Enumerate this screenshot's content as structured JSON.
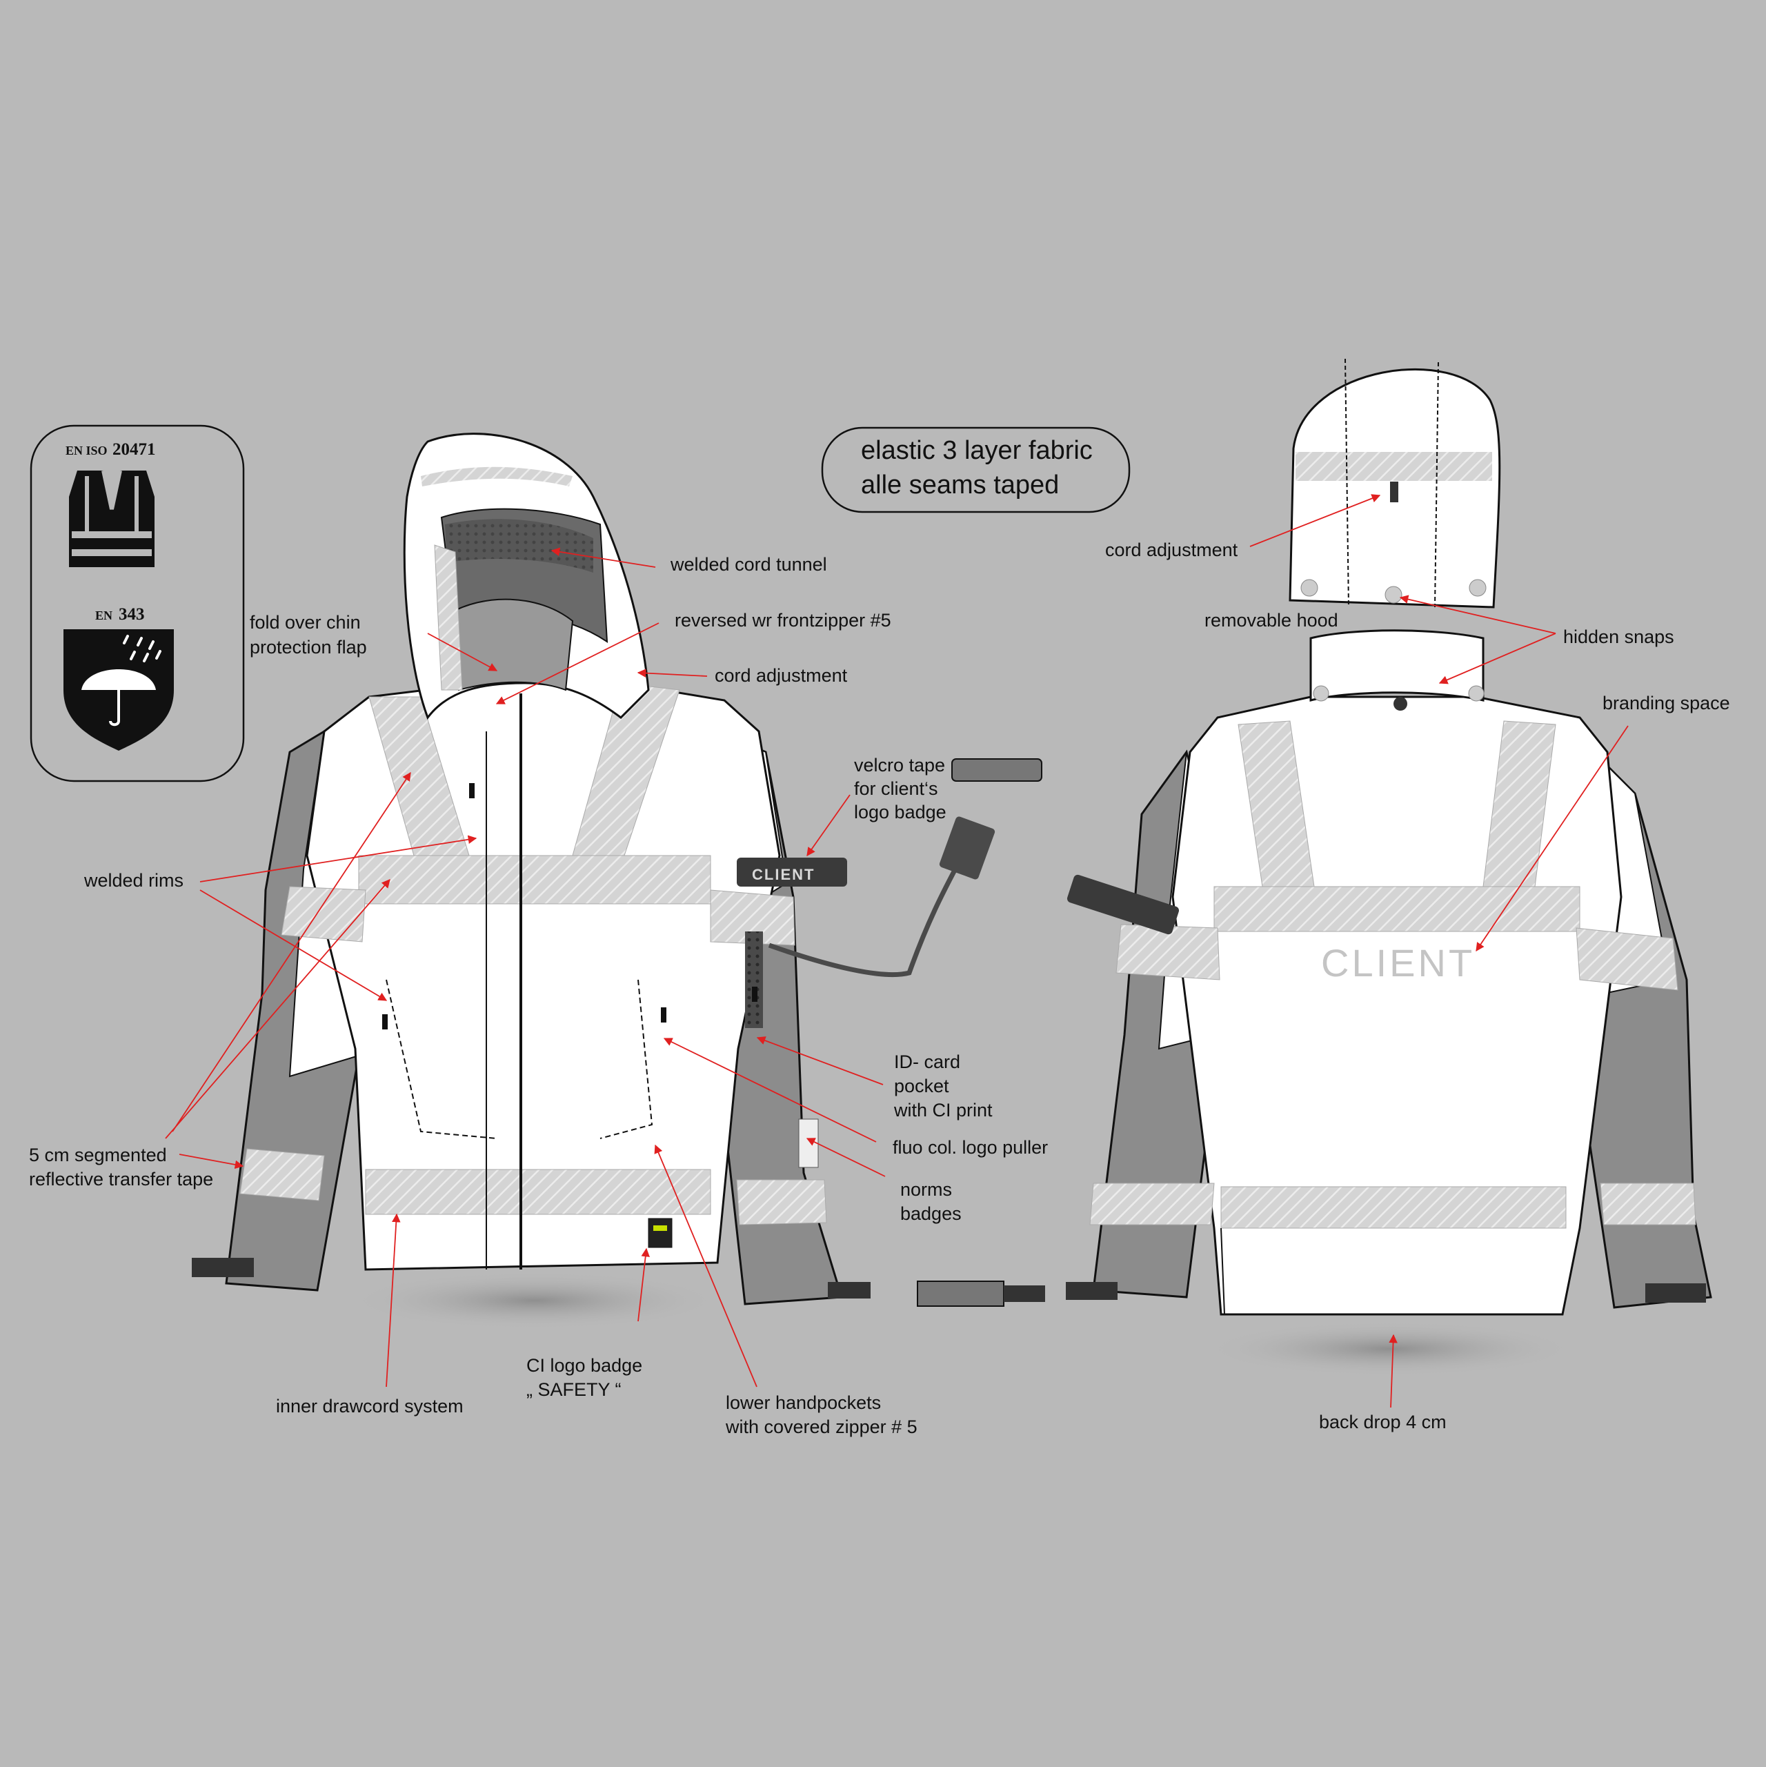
{
  "norms": {
    "hivis_prefix": "EN ISO",
    "hivis_number": "20471",
    "rain_prefix": "EN",
    "rain_number": "343"
  },
  "fabric_note": {
    "line1": "elastic 3 layer fabric",
    "line2": "alle seams taped"
  },
  "branding": {
    "client_text": "CLIENT"
  },
  "labels": {
    "welded_cord_tunnel": "welded cord tunnel",
    "fold_over_chin_1": "fold over chin",
    "fold_over_chin_2": "protection flap",
    "reversed_zipper": "reversed wr frontzipper #5",
    "cord_adjustment_front": "cord adjustment",
    "velcro_1": "velcro tape",
    "velcro_2": "for client‘s",
    "velcro_3": "logo badge",
    "welded_rims": "welded rims",
    "id_card_1": "ID- card",
    "id_card_2": "pocket",
    "id_card_3": "with CI print",
    "fluo_puller": "fluo col. logo puller",
    "segmented_1": "5 cm segmented",
    "segmented_2": "reflective transfer tape",
    "norms_badges_1": "norms",
    "norms_badges_2": "badges",
    "ci_logo_1": "CI logo badge",
    "ci_logo_2": "„ SAFETY “",
    "inner_drawcord": "inner drawcord system",
    "lower_pockets_1": "lower handpockets",
    "lower_pockets_2": "with covered zipper # 5",
    "cord_adjustment_hood": "cord adjustment",
    "removable_hood": "removable hood",
    "hidden_snaps": "hidden snaps",
    "branding_space": "branding space",
    "back_drop": "back drop 4 cm"
  },
  "colors": {
    "background": "#b9b9b9",
    "garment": "#ffffff",
    "sleeve_panel": "#8c8c8c",
    "reflective_tape": "#d2d2d2",
    "arrow": "#e02020",
    "outline": "#111111"
  }
}
